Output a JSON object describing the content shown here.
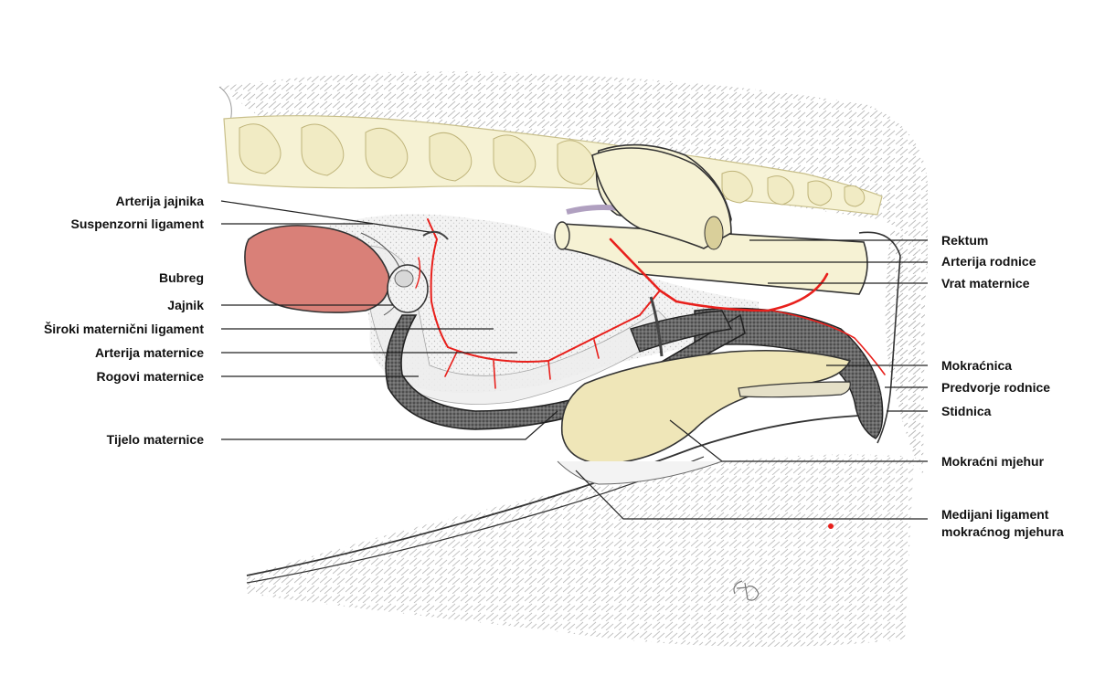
{
  "labels_left": [
    {
      "id": "arterija-jajnika",
      "text": "Arterija jajnika"
    },
    {
      "id": "suspenzorni-ligament",
      "text": "Suspenzorni ligament"
    },
    {
      "id": "bubreg",
      "text": "Bubreg"
    },
    {
      "id": "jajnik",
      "text": "Jajnik"
    },
    {
      "id": "siroki-maternicni-ligament",
      "text": "Široki maternični ligament"
    },
    {
      "id": "arterija-maternice",
      "text": "Arterija maternice"
    },
    {
      "id": "rogovi-maternice",
      "text": "Rogovi maternice"
    },
    {
      "id": "tijelo-maternice",
      "text": "Tijelo maternice"
    }
  ],
  "labels_right": [
    {
      "id": "rektum",
      "text": "Rektum"
    },
    {
      "id": "arterija-rodnice",
      "text": "Arterija rodnice"
    },
    {
      "id": "vrat-maternice",
      "text": "Vrat maternice"
    },
    {
      "id": "mokracnica",
      "text": "Mokraćnica"
    },
    {
      "id": "predvorje-rodnice",
      "text": "Predvorje rodnice"
    },
    {
      "id": "stidnica",
      "text": "Stidnica"
    },
    {
      "id": "mokracni-mjehur",
      "text": "Mokraćni mjehur"
    },
    {
      "id": "medijani-ligament-1",
      "text": "Medijani ligament"
    },
    {
      "id": "medijani-ligament-2",
      "text": "mokraćnog mjehura"
    }
  ],
  "signature": "EP",
  "colors": {
    "kidney": "#d98078",
    "artery": "#e8201c",
    "bone": "#f6f2d4",
    "bladder": "#efe6b8",
    "uterus_dark": "#3a3a3a",
    "tissue_stipple": "#c9c9c9"
  }
}
